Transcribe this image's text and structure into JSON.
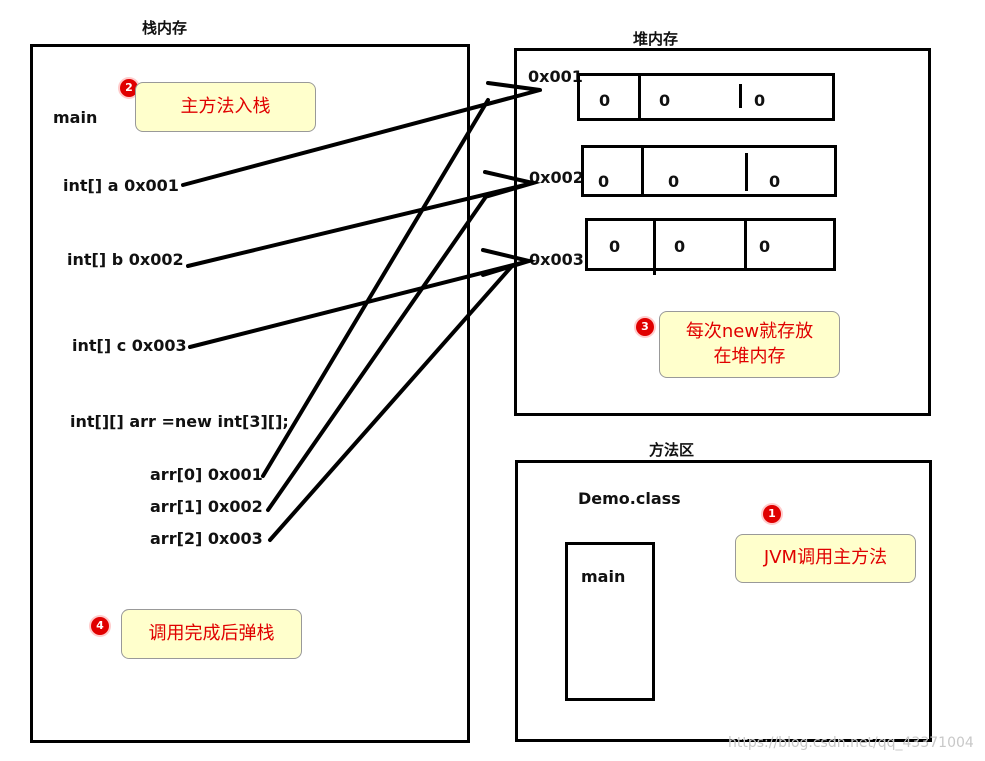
{
  "stack": {
    "title": "栈内存",
    "main_label": "main",
    "var_a": "int[] a  0x001",
    "var_b": "int[] b 0x002",
    "var_c": "int[] c 0x003",
    "arr_decl": "int[][] arr  =new int[3][];",
    "arr0": "arr[0]  0x001",
    "arr1": "arr[1]  0x002",
    "arr2": "arr[2]  0x003"
  },
  "heap": {
    "title": "堆内存",
    "blocks": [
      {
        "addr": "0x001",
        "cells": [
          "0",
          "0",
          "0"
        ]
      },
      {
        "addr": "0x002",
        "cells": [
          "0",
          "0",
          "0"
        ]
      },
      {
        "addr": "0x003",
        "cells": [
          "0",
          "0",
          "0"
        ]
      }
    ]
  },
  "method_area": {
    "title": "方法区",
    "class_name": "Demo.class",
    "inner_main": "main"
  },
  "notes": {
    "n1": {
      "badge": "1",
      "text": "JVM调用主方法"
    },
    "n2": {
      "badge": "2",
      "text": "主方法入栈"
    },
    "n3": {
      "badge": "3",
      "line1": "每次new就存放",
      "line2": "在堆内存"
    },
    "n4": {
      "badge": "4",
      "text": "调用完成后弹栈"
    }
  },
  "watermark": "https://blog.csdn.net/qq_43371004",
  "colors": {
    "note_bg": "#ffffcc",
    "note_text": "#e00000",
    "badge": "#e00000",
    "line": "#000000"
  }
}
